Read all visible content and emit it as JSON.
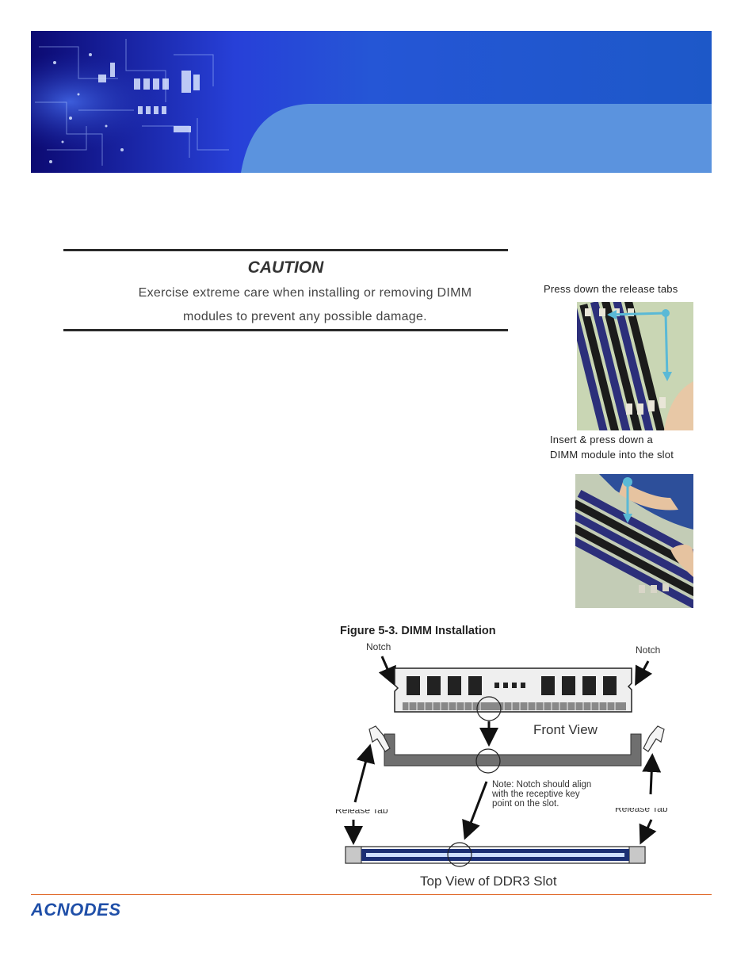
{
  "caution": {
    "title": "CAUTION",
    "line1": "Exercise extreme care when installing or removing DIMM",
    "line2": "modules to prevent any possible damage."
  },
  "photos": {
    "release_caption": "Press  down  the release  tabs",
    "insert_caption_line1": "Insert  &  press  down  a",
    "insert_caption_line2": "DIMM  module  into the slot"
  },
  "figure": {
    "title": "Figure 5-3. DIMM  Installation",
    "notch_left": "Notch",
    "notch_right": "Notch",
    "front_view": "Front View",
    "note_line1": "Note: Notch should align",
    "note_line2": "with  the  receptive  key",
    "note_line3": "point on the slot.",
    "release_tab_left": "Release Tab",
    "release_tab_right": "Release Tab",
    "top_view": "Top View of DDR3 Slot"
  },
  "footer": {
    "logo_text": "ACNODES",
    "rule_color": "#e06a2a",
    "logo_color": "#1f4fa8"
  },
  "colors": {
    "banner_dark": "#0e0a6e",
    "banner_light": "#5b93de",
    "arrow_cyan": "#5ab9d6"
  }
}
